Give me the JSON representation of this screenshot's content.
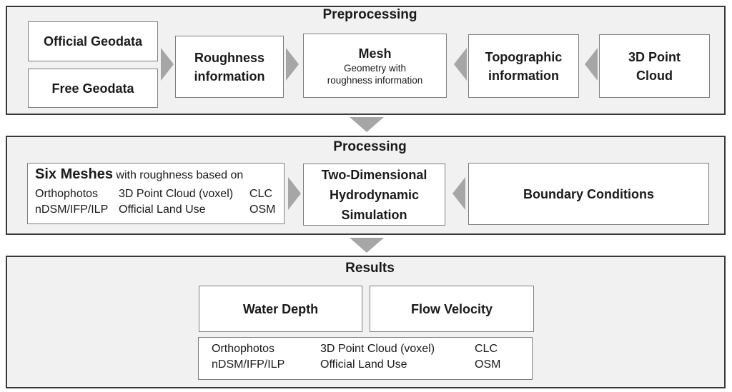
{
  "colors": {
    "section_bg": "#f1f1f1",
    "section_border": "#3a3a3a",
    "box_border": "#7f7f7f",
    "arrow_gray": "#a6a6a6",
    "text": "#1a1a1a"
  },
  "preprocessing": {
    "title": "Preprocessing",
    "official_geodata": "Official Geodata",
    "free_geodata": "Free Geodata",
    "roughness_info": "Roughness information",
    "mesh_title": "Mesh",
    "mesh_sub_line1": "Geometry with",
    "mesh_sub_line2": "roughness information",
    "topographic_info": "Topographic information",
    "point_cloud_line1": "3D Point",
    "point_cloud_line2": "Cloud"
  },
  "processing": {
    "title": "Processing",
    "six_meshes_title": "Six Meshes",
    "six_meshes_subtitle": "with roughness based on",
    "mesh_sources": [
      [
        "Orthophotos",
        "3D Point Cloud (voxel)",
        "CLC"
      ],
      [
        "nDSM/IFP/ILP",
        "Official Land Use",
        "OSM"
      ]
    ],
    "simulation": "Two-Dimensional Hydrodynamic Simulation",
    "boundary_conditions": "Boundary Conditions"
  },
  "results": {
    "title": "Results",
    "water_depth": "Water Depth",
    "flow_velocity": "Flow Velocity",
    "mesh_sources": [
      [
        "Orthophotos",
        "3D Point Cloud (voxel)",
        "CLC"
      ],
      [
        "nDSM/IFP/ILP",
        "Official Land Use",
        "OSM"
      ]
    ]
  }
}
